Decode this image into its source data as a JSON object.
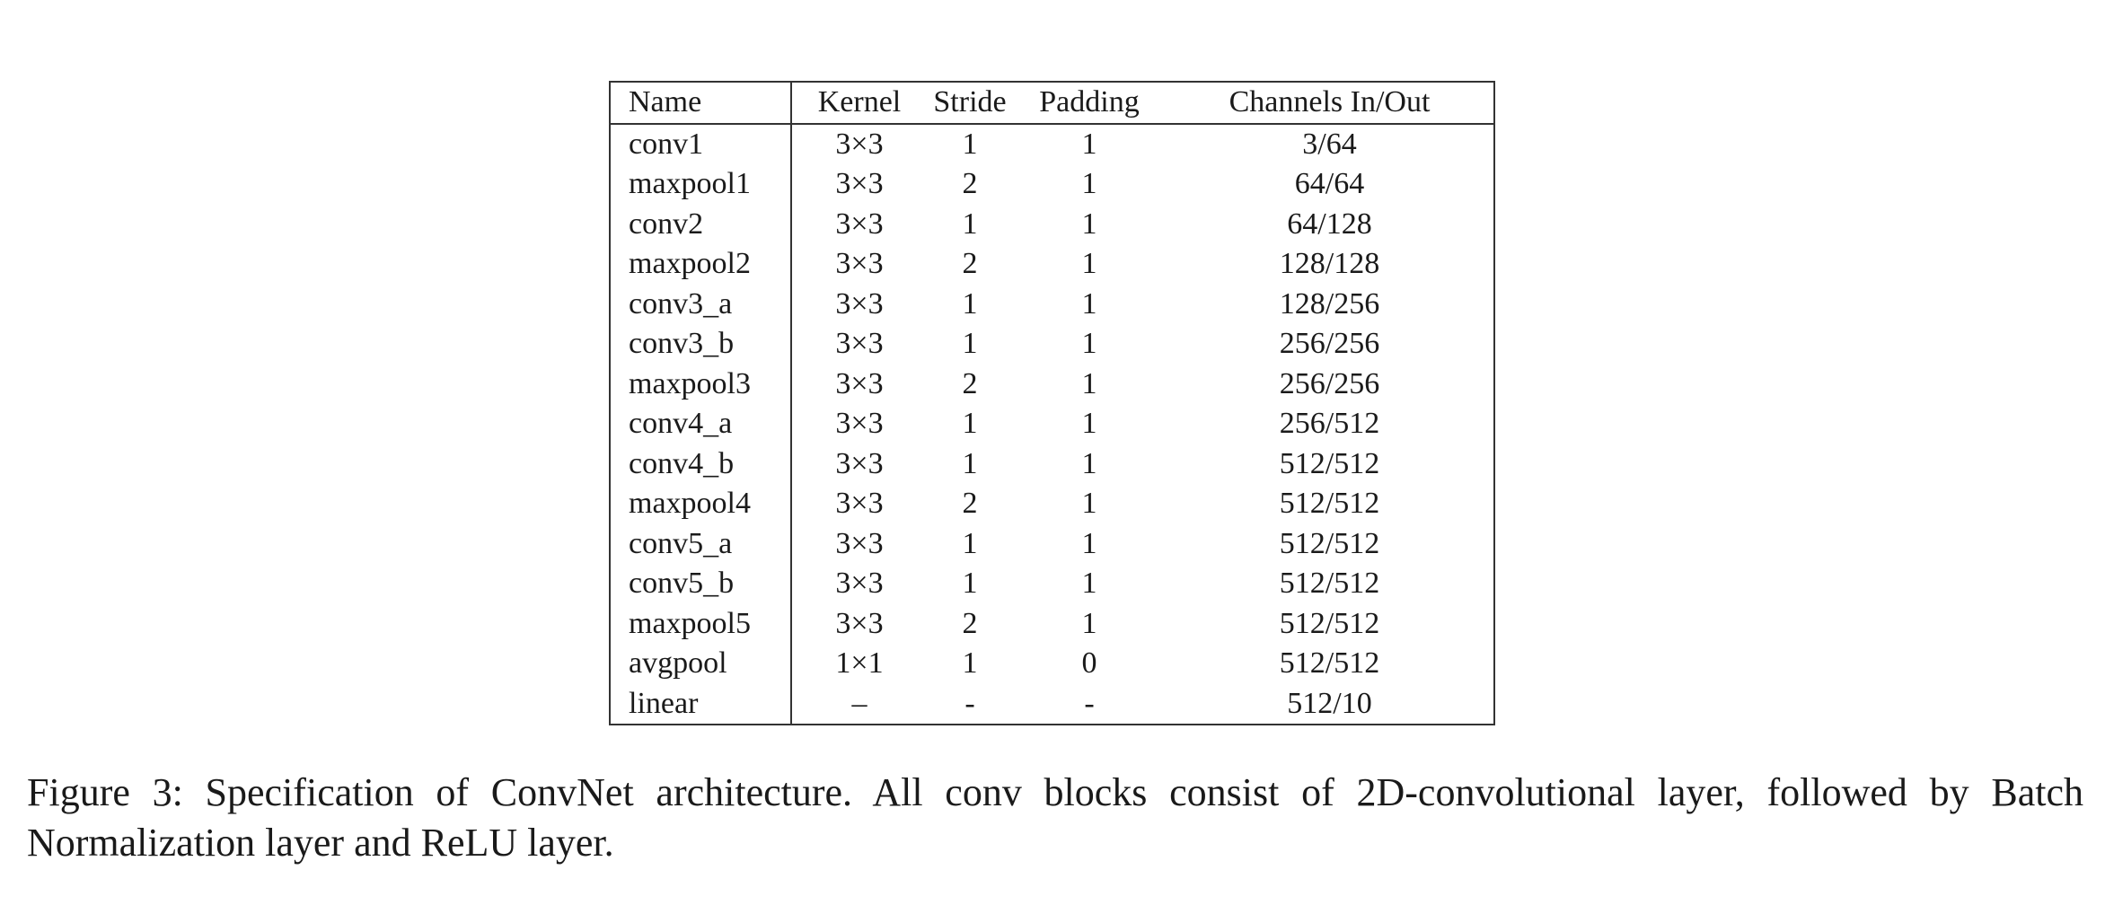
{
  "table": {
    "headers": [
      "Name",
      "Kernel",
      "Stride",
      "Padding",
      "Channels In/Out"
    ],
    "rows": [
      [
        "conv1",
        "3×3",
        "1",
        "1",
        "3/64"
      ],
      [
        "maxpool1",
        "3×3",
        "2",
        "1",
        "64/64"
      ],
      [
        "conv2",
        "3×3",
        "1",
        "1",
        "64/128"
      ],
      [
        "maxpool2",
        "3×3",
        "2",
        "1",
        "128/128"
      ],
      [
        "conv3_a",
        "3×3",
        "1",
        "1",
        "128/256"
      ],
      [
        "conv3_b",
        "3×3",
        "1",
        "1",
        "256/256"
      ],
      [
        "maxpool3",
        "3×3",
        "2",
        "1",
        "256/256"
      ],
      [
        "conv4_a",
        "3×3",
        "1",
        "1",
        "256/512"
      ],
      [
        "conv4_b",
        "3×3",
        "1",
        "1",
        "512/512"
      ],
      [
        "maxpool4",
        "3×3",
        "2",
        "1",
        "512/512"
      ],
      [
        "conv5_a",
        "3×3",
        "1",
        "1",
        "512/512"
      ],
      [
        "conv5_b",
        "3×3",
        "1",
        "1",
        "512/512"
      ],
      [
        "maxpool5",
        "3×3",
        "2",
        "1",
        "512/512"
      ],
      [
        "avgpool",
        "1×1",
        "1",
        "0",
        "512/512"
      ],
      [
        "linear",
        "–",
        "-",
        "-",
        "512/10"
      ]
    ]
  },
  "caption": "Figure 3: Specification of ConvNet architecture. All conv blocks consist of 2D-convolutional layer, followed by Batch Normalization layer and ReLU layer."
}
